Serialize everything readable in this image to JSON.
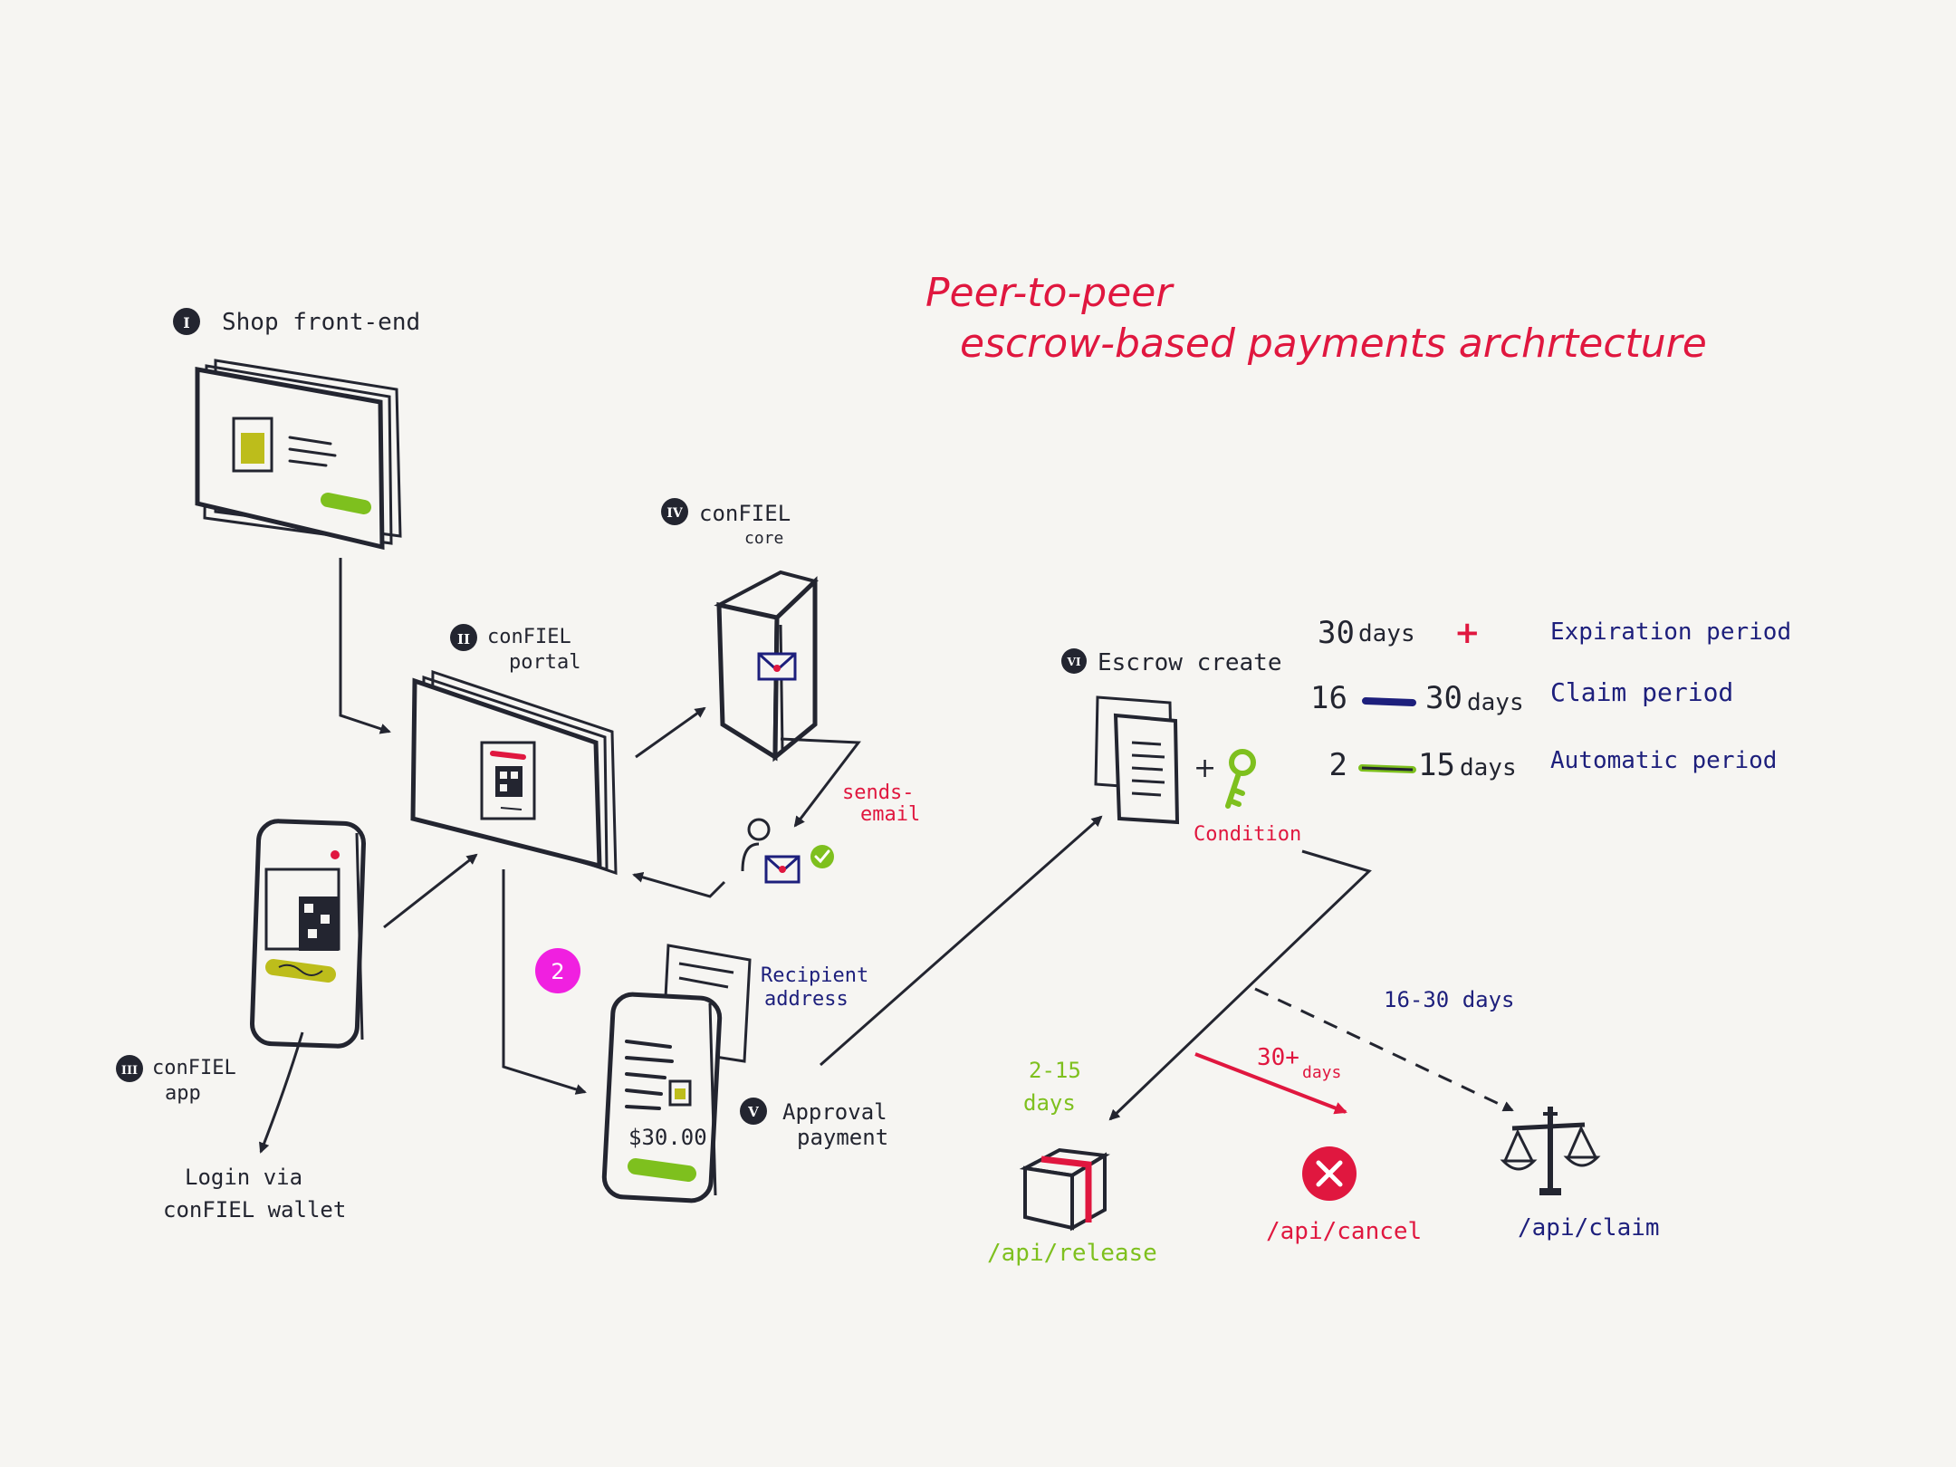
{
  "title": {
    "line1": "Peer-to-peer",
    "line2": "escrow-based payments archrtecture"
  },
  "colors": {
    "ink": "#232530",
    "red": "#e0173f",
    "navy": "#1d1f7c",
    "green": "#7ec01e",
    "magenta": "#f020e0",
    "olive": "#bdbd1b",
    "background": "#f6f5f2"
  },
  "nodes": {
    "shop": {
      "numeral": "I",
      "label": "Shop front-end"
    },
    "portal": {
      "numeral": "II",
      "label_line1": "conFIEL",
      "label_line2": "portal"
    },
    "app": {
      "numeral": "III",
      "label_line1": "conFIEL",
      "label_line2": "app"
    },
    "core": {
      "numeral": "IV",
      "label_line1": "conFIEL",
      "label_line2": "core"
    },
    "approval": {
      "numeral": "V",
      "label_line1": "Approval",
      "label_line2": "payment",
      "amount": "$30.00"
    },
    "escrow": {
      "numeral": "VI",
      "label": "Escrow create",
      "plus": "+",
      "condition": "Condition"
    }
  },
  "annotations": {
    "sends_email_line1": "sends-",
    "sends_email_line2": "email",
    "login_line1": "Login via",
    "login_line2": "conFIEL wallet",
    "recipient_line1": "Recipient",
    "recipient_line2": "address",
    "step_badge": "2"
  },
  "legend": [
    {
      "from": "30",
      "to": "",
      "unit": "days",
      "marker": "+",
      "label": "Expiration period"
    },
    {
      "from": "16",
      "to": "30",
      "unit": "days",
      "label": "Claim period"
    },
    {
      "from": "2",
      "to": "15",
      "unit": "days",
      "label": "Automatic period"
    }
  ],
  "outcomes": {
    "release": {
      "range_line1": "2-15",
      "range_line2": "days",
      "endpoint": "/api/release"
    },
    "cancel": {
      "range_main": "30+",
      "range_sub": "days",
      "endpoint": "/api/cancel"
    },
    "claim": {
      "range": "16-30 days",
      "endpoint": "/api/claim"
    }
  }
}
